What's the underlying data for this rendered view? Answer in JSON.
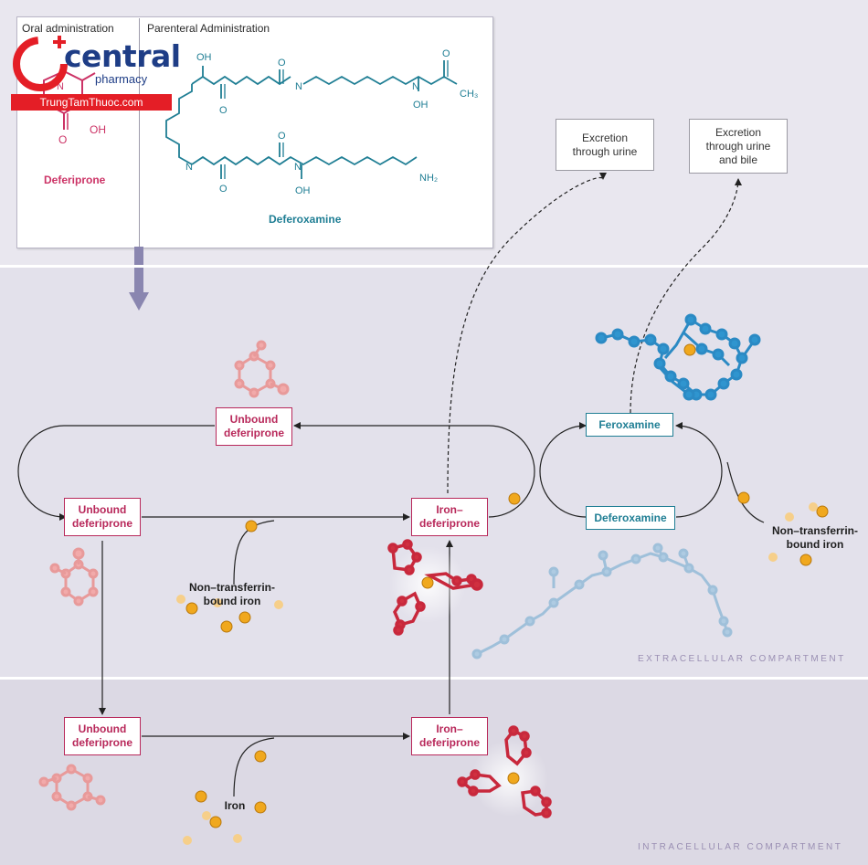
{
  "panel": {
    "oral_header": "Oral administration",
    "parenteral_header": "Parenteral Administration"
  },
  "molecules": {
    "deferiprone_name": "Deferiprone",
    "deferoxamine_name": "Deferoxamine",
    "atoms": {
      "ch3": "CH3",
      "oh": "OH",
      "o": "O",
      "n": "N",
      "nh2": "NH2"
    }
  },
  "boxes": {
    "unbound_deferiprone_top": "Unbound\ndeferiprone",
    "unbound_deferiprone_left": "Unbound\ndeferiprone",
    "iron_deferiprone_extra": "Iron–\ndeferiprone",
    "unbound_deferiprone_intra": "Unbound\ndeferiprone",
    "iron_deferiprone_intra": "Iron–\ndeferiprone",
    "feroxamine": "Feroxamine",
    "deferoxamine": "Deferoxamine",
    "excretion_urine": "Excretion\nthrough urine",
    "excretion_urine_bile": "Excretion\nthrough urine\nand bile"
  },
  "labels": {
    "ntbi_left": "Non–transferrin-\nbound iron",
    "ntbi_right": "Non–transferrin-\nbound iron",
    "iron": "Iron"
  },
  "compartments": {
    "extracellular": "EXTRACELLULAR COMPARTMENT",
    "intracellular": "INTRACELLULAR COMPARTMENT"
  },
  "watermark": {
    "brand": "central",
    "sub": "pharmacy",
    "site": "TrungTamThuoc.com"
  },
  "colors": {
    "deferiprone": "#b8285a",
    "deferoxamine": "#1f7e94",
    "iron": "#f0a81e"
  }
}
